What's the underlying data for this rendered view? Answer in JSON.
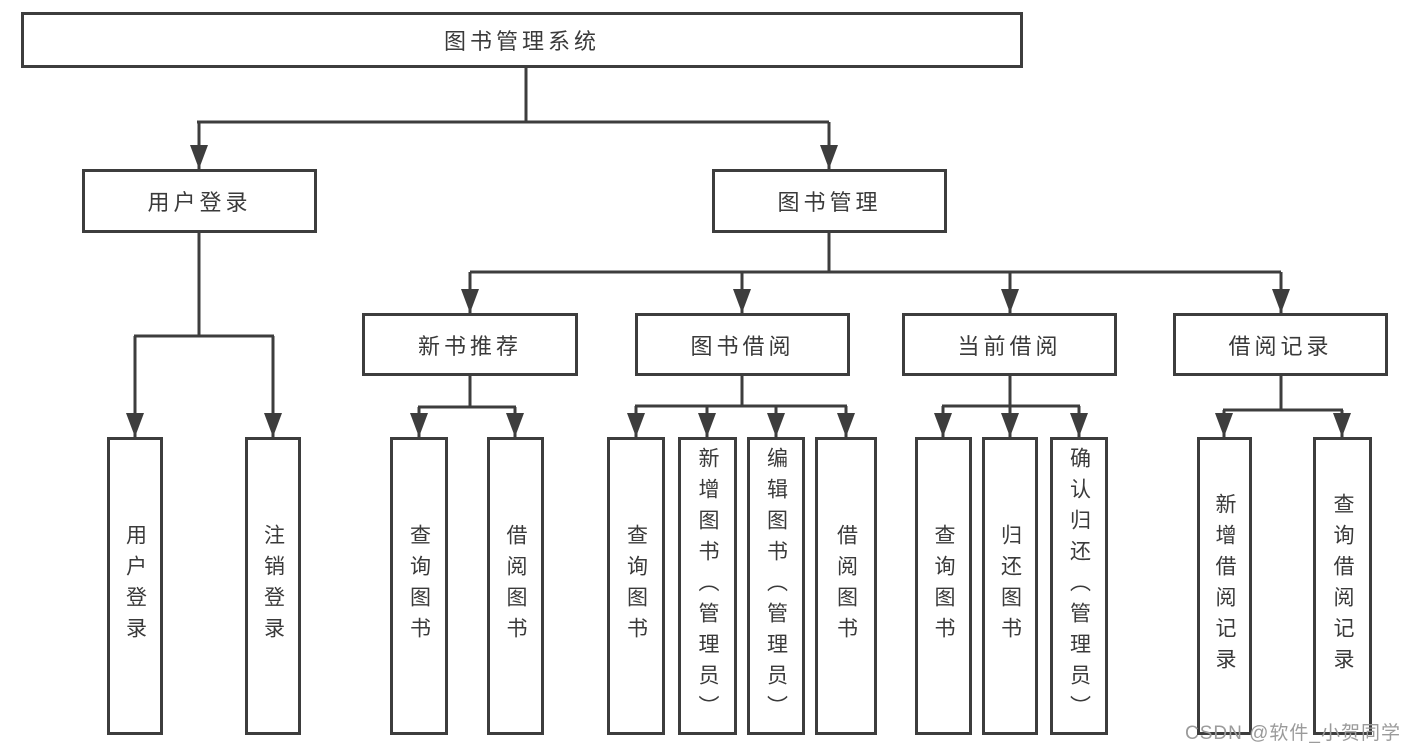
{
  "diagram_title": "图书管理系统",
  "colors": {
    "line": "#3d3d3d",
    "text": "#3a3a3a",
    "background": "#ffffff",
    "watermark": "#9b9b9b"
  },
  "watermark": {
    "text": "CSDN @软件_小贺同学"
  },
  "nodes": {
    "root": "图书管理系统",
    "user_login": "用户登录",
    "book_mgmt": "图书管理",
    "new_book_rec": "新书推荐",
    "book_borrow": "图书借阅",
    "current_borrow": "当前借阅",
    "borrow_record": "借阅记录",
    "leaf_user_login": "用户登录",
    "leaf_logout": "注销登录",
    "leaf_rec_query": "查询图书",
    "leaf_rec_borrow": "借阅图书",
    "leaf_bb_query": "查询图书",
    "leaf_bb_add": "新增图书（管理员）",
    "leaf_bb_edit": "编辑图书（管理员）",
    "leaf_bb_borrow": "借阅图书",
    "leaf_cb_query": "查询图书",
    "leaf_cb_return": "归还图书",
    "leaf_cb_confirm": "确认归还（管理员）",
    "leaf_br_add": "新增借阅记录",
    "leaf_br_query": "查询借阅记录"
  },
  "hierarchy": {
    "label": "图书管理系统",
    "children": [
      {
        "label": "用户登录",
        "children": [
          {
            "label": "用户登录"
          },
          {
            "label": "注销登录"
          }
        ]
      },
      {
        "label": "图书管理",
        "children": [
          {
            "label": "新书推荐",
            "children": [
              {
                "label": "查询图书"
              },
              {
                "label": "借阅图书"
              }
            ]
          },
          {
            "label": "图书借阅",
            "children": [
              {
                "label": "查询图书"
              },
              {
                "label": "新增图书（管理员）"
              },
              {
                "label": "编辑图书（管理员）"
              },
              {
                "label": "借阅图书"
              }
            ]
          },
          {
            "label": "当前借阅",
            "children": [
              {
                "label": "查询图书"
              },
              {
                "label": "归还图书"
              },
              {
                "label": "确认归还（管理员）"
              }
            ]
          },
          {
            "label": "借阅记录",
            "children": [
              {
                "label": "新增借阅记录"
              },
              {
                "label": "查询借阅记录"
              }
            ]
          }
        ]
      }
    ]
  }
}
